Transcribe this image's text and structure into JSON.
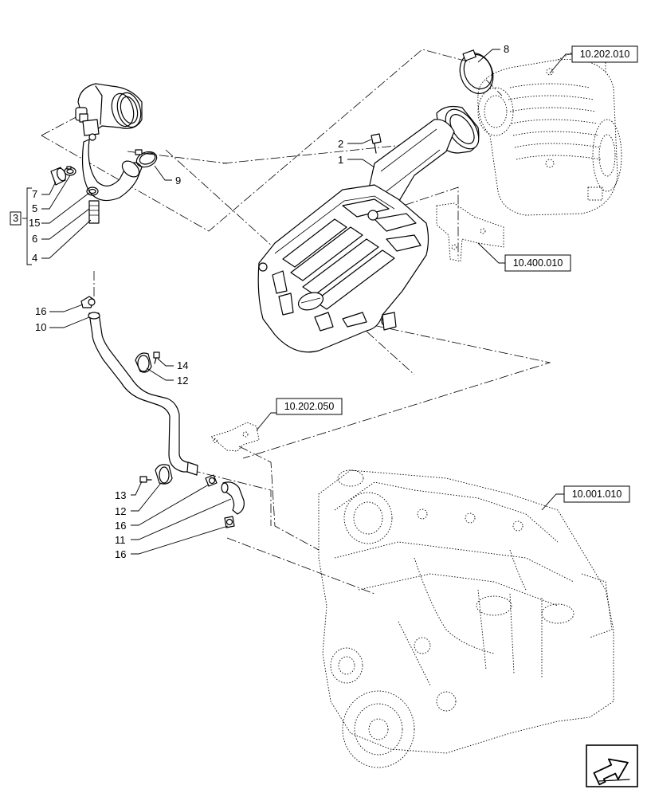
{
  "callouts": {
    "c1": "1",
    "c2": "2",
    "c3": "3",
    "c4": "4",
    "c5": "5",
    "c6": "6",
    "c7": "7",
    "c8": "8",
    "c9": "9",
    "c10": "10",
    "c11": "11",
    "c12a": "12",
    "c12b": "12",
    "c13": "13",
    "c14": "14",
    "c15": "15",
    "c16a": "16",
    "c16b": "16",
    "c16c": "16"
  },
  "references": {
    "air_filter": "10.202.010",
    "bracket": "10.400.010",
    "clip_bracket": "10.202.050",
    "engine": "10.001.010"
  },
  "icons": {
    "nav": "next-page-arrow-icon"
  },
  "colors": {
    "line": "#000000",
    "background": "#ffffff"
  }
}
